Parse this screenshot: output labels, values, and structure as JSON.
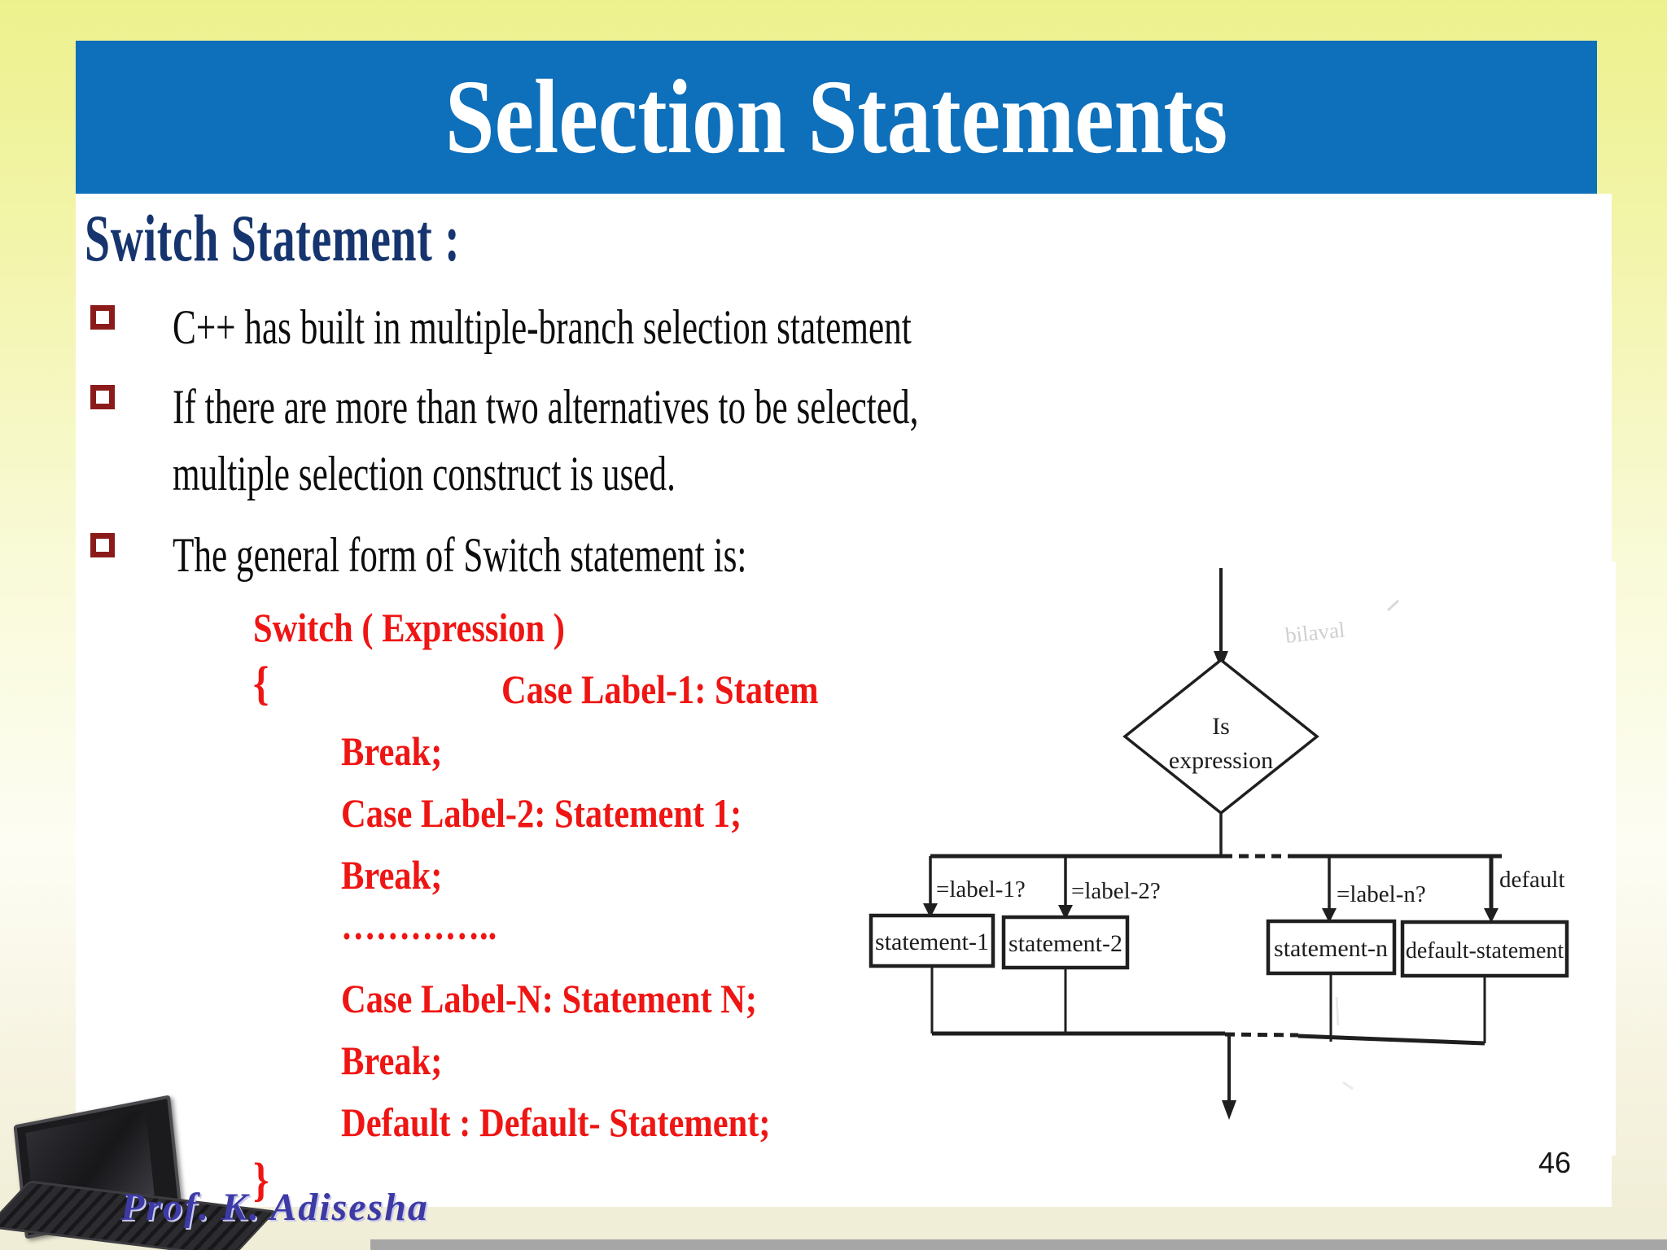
{
  "slide": {
    "title": "Selection Statements",
    "heading": "Switch Statement :",
    "bullets": [
      {
        "lines": [
          "C++ has built in multiple-branch selection statement"
        ]
      },
      {
        "lines": [
          "If there are more than two alternatives to be selected,",
          "multiple selection construct is used."
        ]
      },
      {
        "lines": [
          "The general form of Switch statement is:"
        ]
      }
    ],
    "code": {
      "lines": [
        "Switch ( Expression )",
        "{",
        "Case Label-1: Statem",
        "Break;",
        "Case Label-2: Statement 1;",
        "Break;",
        "…………..",
        "Case Label-N: Statement N;",
        "Break;",
        "Default : Default- Statement;",
        "}"
      ]
    },
    "flowchart": {
      "decision_lines": [
        "Is",
        "expression"
      ],
      "branch_labels": [
        "=label-1?",
        "=label-2?",
        "=label-n?",
        "default"
      ],
      "boxes": [
        "statement-1",
        "statement-2",
        "statement-n",
        "default-statement"
      ],
      "watermark": "bilaval"
    },
    "footer": {
      "page_number": "46",
      "signature": "Prof. K. Adisesha"
    },
    "colors": {
      "title_bar_blue": "#0e6fba",
      "heading_navy": "#16356e",
      "code_red": "#ee1513",
      "bullet_maroon": "#8b1b1b",
      "background_yellow": "#edf18d",
      "footer_strip_grey": "#a6a6a6"
    }
  }
}
